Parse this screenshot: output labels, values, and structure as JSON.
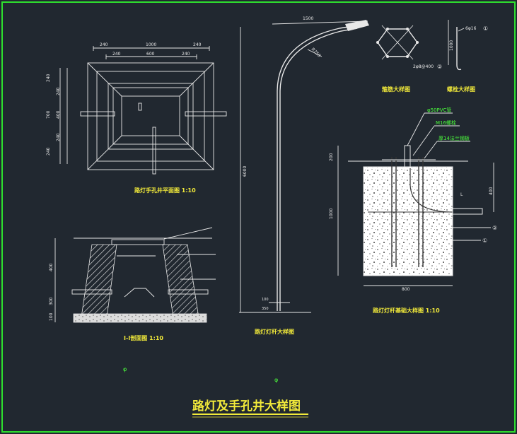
{
  "main_title": "路灯及手孔井大样图",
  "colors": {
    "background": "#212830",
    "frame": "#2ee02e",
    "linework": "#e8e8e8",
    "title": "#f2ea3a",
    "dimension": "#4cff3c"
  },
  "plan_view": {
    "title": "路灯手孔井平面图 1:10",
    "top_dims": [
      "240",
      "1000",
      "240",
      "240",
      "600",
      "240"
    ],
    "left_dims": [
      "240",
      "240",
      "700",
      "400",
      "240",
      "240"
    ]
  },
  "section_view": {
    "title": "I-I剖面图 1:10",
    "left_dims": [
      "400",
      "300",
      "100"
    ]
  },
  "pole_detail": {
    "title": "路灯灯杆大样图",
    "arm_length": "1500",
    "radius_label": "R750",
    "height_label": "6000",
    "base_dims": [
      "100",
      "350"
    ]
  },
  "cage_detail": {
    "title": "箍筋大样图",
    "label": "2φ8@400",
    "marker": "②"
  },
  "bolt_detail": {
    "title": "螺栓大样图",
    "label": "6φ16",
    "marker": "①",
    "length": "1000"
  },
  "foundation_detail": {
    "title": "路灯灯杆基础大样图 1:10",
    "callouts": [
      "φ50PVC管",
      "M16螺栓",
      "厚14法兰钢板"
    ],
    "left_dims": [
      "200",
      "1000"
    ],
    "right_dims": [
      "400"
    ],
    "bottom_dim": "800",
    "l_label": "L",
    "markers": [
      "②",
      "①"
    ]
  },
  "stray_marks": [
    "φ",
    "φ"
  ]
}
